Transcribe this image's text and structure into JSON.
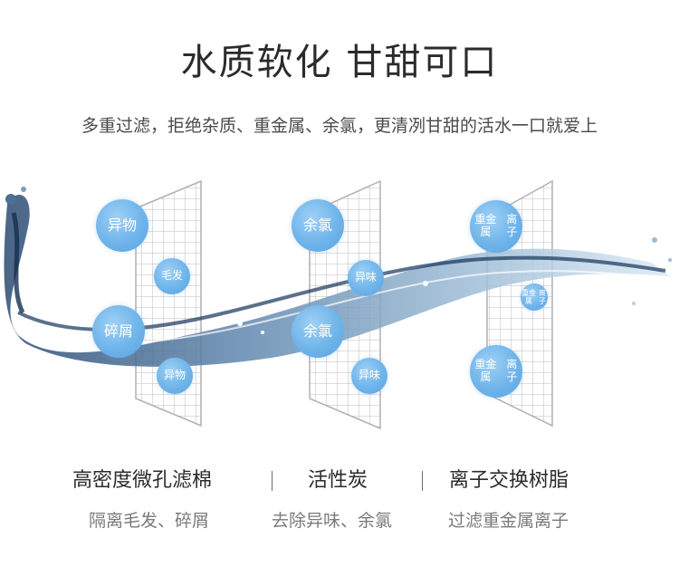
{
  "header": {
    "title": "水质软化  甘甜可口",
    "subtitle": "多重过滤，拒绝杂质、重金属、余氯，更清冽甘甜的活水一口就爱上"
  },
  "filters": [
    {
      "name": "高密度微孔滤棉",
      "desc": "隔离毛发、碎屑",
      "bubbles": [
        "异物",
        "毛发",
        "碎屑",
        "异物"
      ]
    },
    {
      "name": "活性炭",
      "desc": "去除异味、余氯",
      "bubbles": [
        "余氯",
        "异味",
        "余氯",
        "异味"
      ]
    },
    {
      "name": "离子交换树脂",
      "desc": "过滤重金属离子",
      "bubbles": [
        "重金属离子",
        "重金属离子",
        "重金属离子"
      ]
    }
  ],
  "colors": {
    "bubble": "#6fb4ea",
    "water_dark": "#1f3c63",
    "water_light": "#cfe3f2",
    "grid": "#bdbdbd"
  }
}
